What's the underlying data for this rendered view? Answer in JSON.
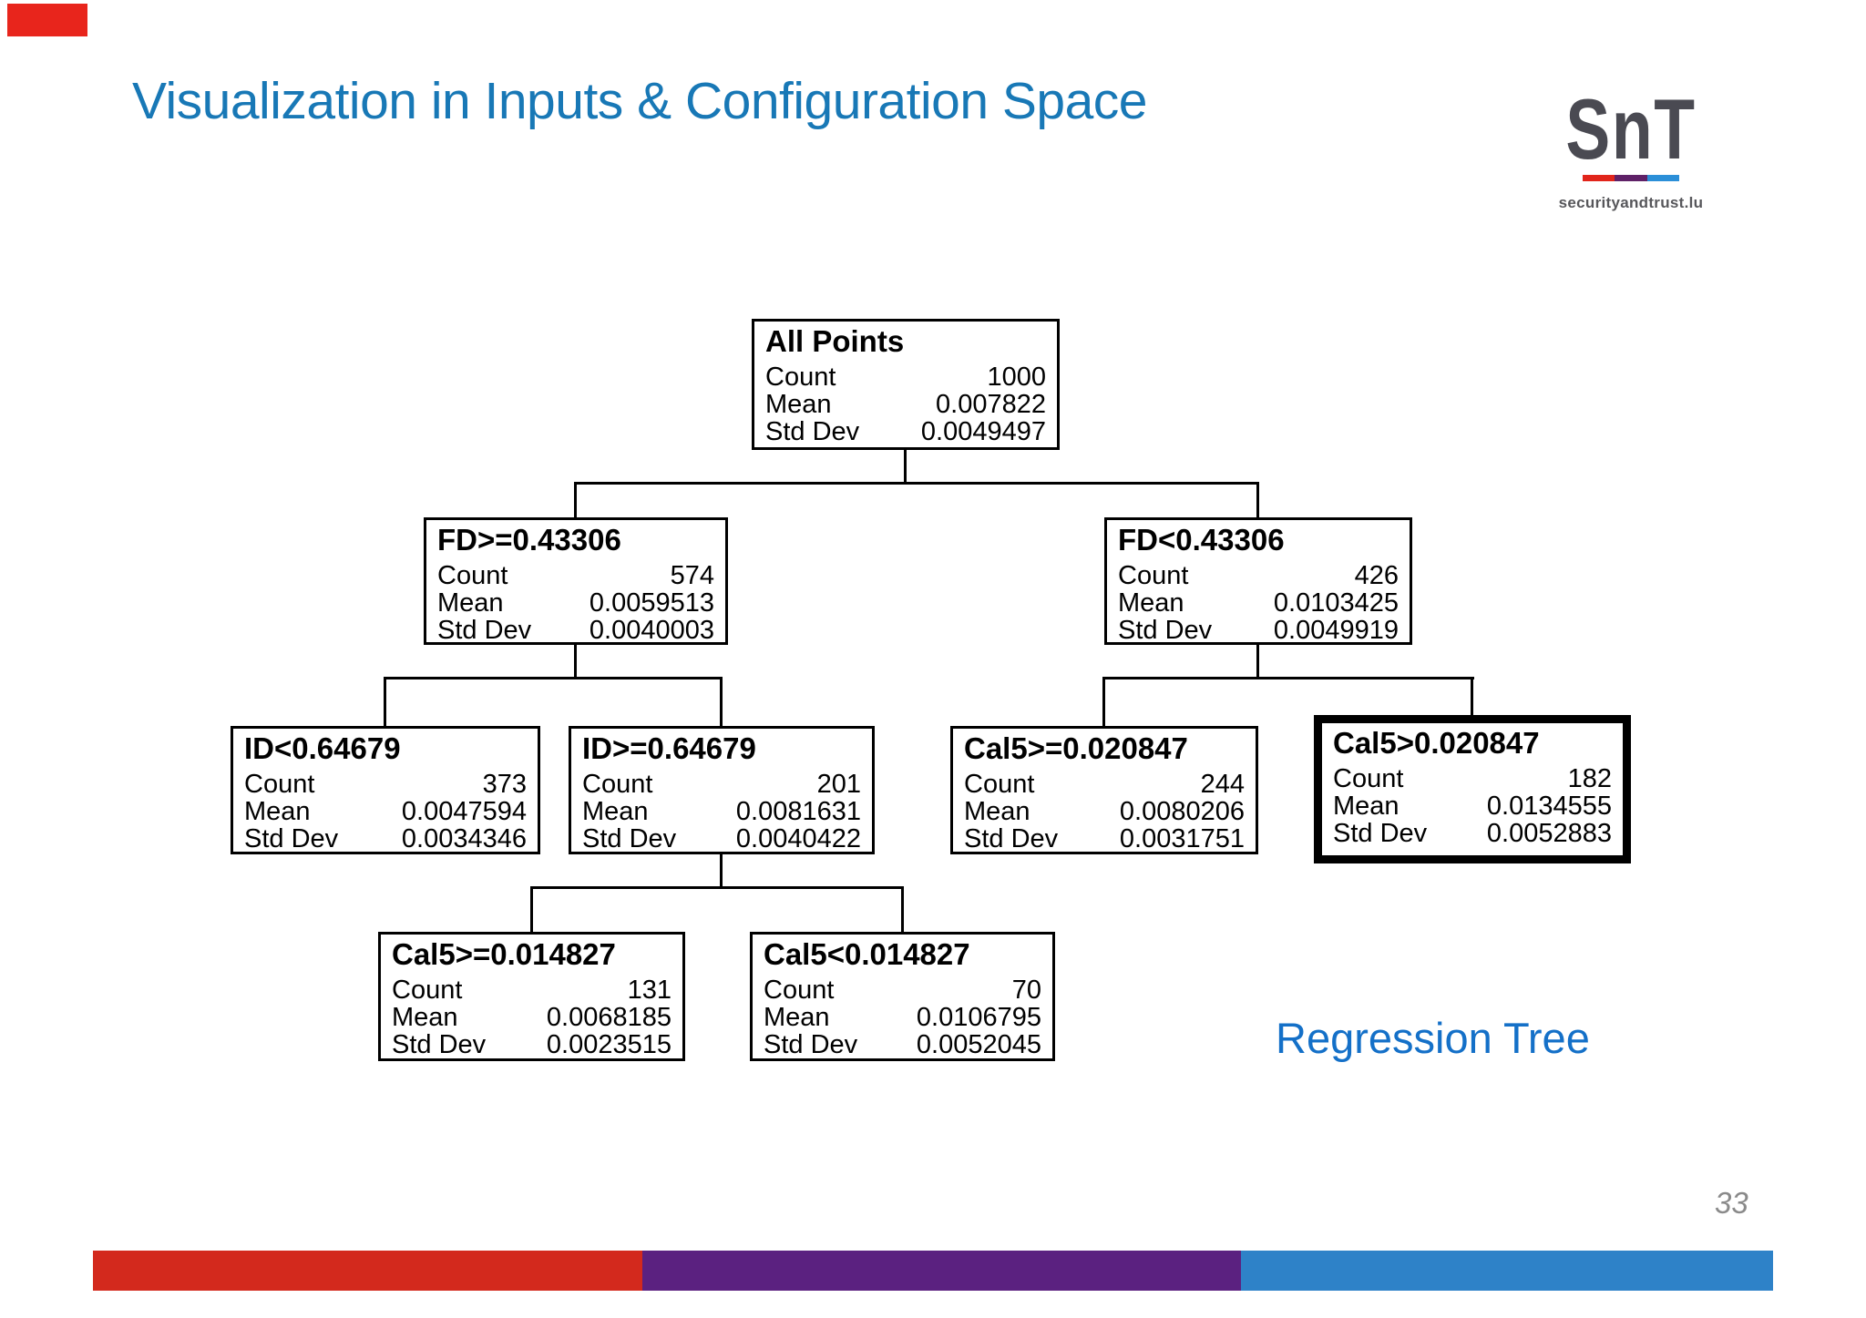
{
  "slide": {
    "title": "Visualization in Inputs & Configuration Space",
    "caption": "Regression Tree",
    "page_number": "33"
  },
  "colors": {
    "title_blue": "#1878B6",
    "caption_blue": "#1470C8",
    "top_left_marker_red": "#E8251C",
    "footer_red": "#D3291D",
    "footer_purple": "#5B2180",
    "footer_blue": "#2E82C8",
    "logo_bar_red": "#E1251B",
    "logo_bar_purple": "#5F2167",
    "logo_bar_blue": "#2B8FD8"
  },
  "logo": {
    "text": "SnT",
    "subtext": "securityandtrust.lu"
  },
  "tree": {
    "row_labels": {
      "count": "Count",
      "mean": "Mean",
      "std_dev": "Std Dev"
    },
    "nodes": [
      {
        "label": "All Points",
        "count": "1000",
        "mean": "0.007822",
        "std_dev": "0.0049497",
        "highlighted": false,
        "children": [
          1,
          2
        ]
      },
      {
        "label": "FD>=0.43306",
        "count": "574",
        "mean": "0.0059513",
        "std_dev": "0.0040003",
        "highlighted": false,
        "children": [
          3,
          4
        ]
      },
      {
        "label": "FD<0.43306",
        "count": "426",
        "mean": "0.0103425",
        "std_dev": "0.0049919",
        "highlighted": false,
        "children": [
          5,
          6
        ]
      },
      {
        "label": "ID<0.64679",
        "count": "373",
        "mean": "0.0047594",
        "std_dev": "0.0034346",
        "highlighted": false,
        "children": []
      },
      {
        "label": "ID>=0.64679",
        "count": "201",
        "mean": "0.0081631",
        "std_dev": "0.0040422",
        "highlighted": false,
        "children": [
          7,
          8
        ]
      },
      {
        "label": "Cal5>=0.020847",
        "count": "244",
        "mean": "0.0080206",
        "std_dev": "0.0031751",
        "highlighted": false,
        "children": []
      },
      {
        "label": "Cal5>0.020847",
        "count": "182",
        "mean": "0.0134555",
        "std_dev": "0.0052883",
        "highlighted": true,
        "children": []
      },
      {
        "label": "Cal5>=0.014827",
        "count": "131",
        "mean": "0.0068185",
        "std_dev": "0.0023515",
        "highlighted": false,
        "children": []
      },
      {
        "label": "Cal5<0.014827",
        "count": "70",
        "mean": "0.0106795",
        "std_dev": "0.0052045",
        "highlighted": false,
        "children": []
      }
    ]
  }
}
